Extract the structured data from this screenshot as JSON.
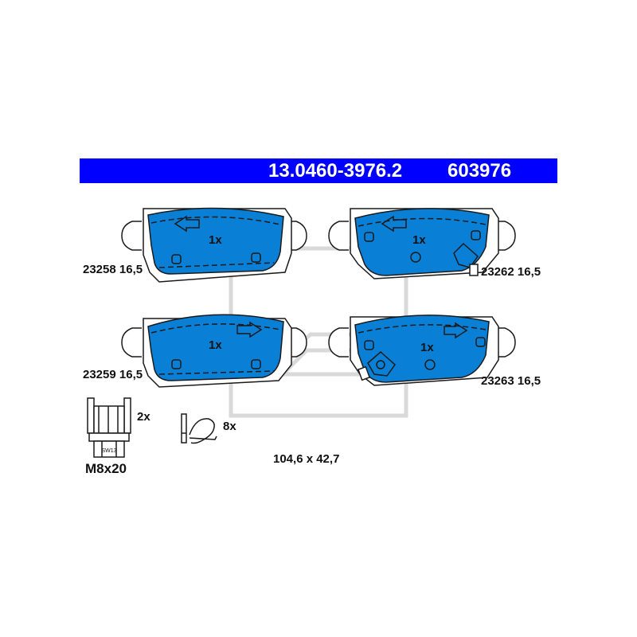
{
  "header": {
    "part_number": "13.0460-3976.2",
    "ref_number": "603976",
    "bar_color": "#0000ff"
  },
  "pads": [
    {
      "code": "23258 16,5",
      "qty": "1x"
    },
    {
      "code": "23262 16,5",
      "qty": "1x"
    },
    {
      "code": "23259 16,5",
      "qty": "1x"
    },
    {
      "code": "23263 16,5",
      "qty": "1x"
    }
  ],
  "accessories": {
    "bolt_qty": "2x",
    "bolt_size": "M8x20",
    "bolt_wrench": "SW13",
    "clip_qty": "8x"
  },
  "dimensions": "104,6 x 42,7",
  "colors": {
    "pad_fill": "#0a7fd6",
    "line": "#1a1a1a",
    "watermark": "#d9d9d9"
  }
}
